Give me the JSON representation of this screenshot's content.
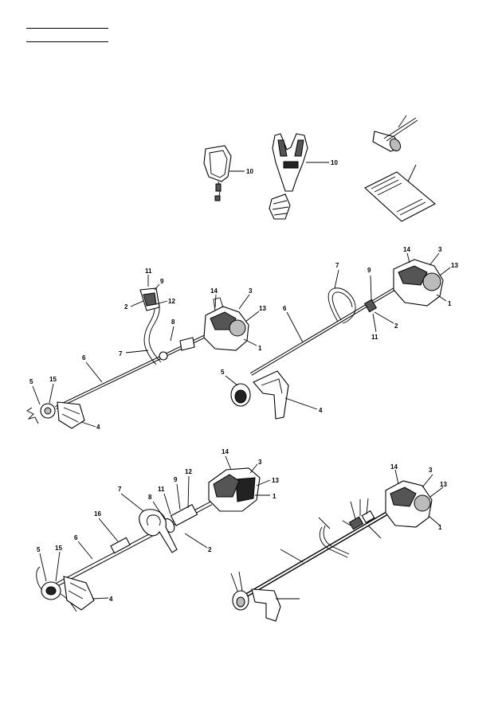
{
  "header": {
    "rule_count": 2
  },
  "accessories": {
    "shoulder_strap_label": "10",
    "harness_label": "10"
  },
  "figures": {
    "loop_handle_trimmer": {
      "labels": [
        "11",
        "9",
        "2",
        "12",
        "14",
        "3",
        "13",
        "1",
        "8",
        "7",
        "6",
        "5",
        "15",
        "4"
      ]
    },
    "bike_handle_brushcutter": {
      "labels": [
        "7",
        "9",
        "14",
        "3",
        "13",
        "1",
        "6",
        "2",
        "11",
        "5",
        "4"
      ]
    },
    "loop_handle_large": {
      "labels": [
        "14",
        "3",
        "13",
        "1",
        "7",
        "12",
        "9",
        "11",
        "8",
        "2",
        "16",
        "6",
        "5",
        "15",
        "4"
      ]
    }
  }
}
